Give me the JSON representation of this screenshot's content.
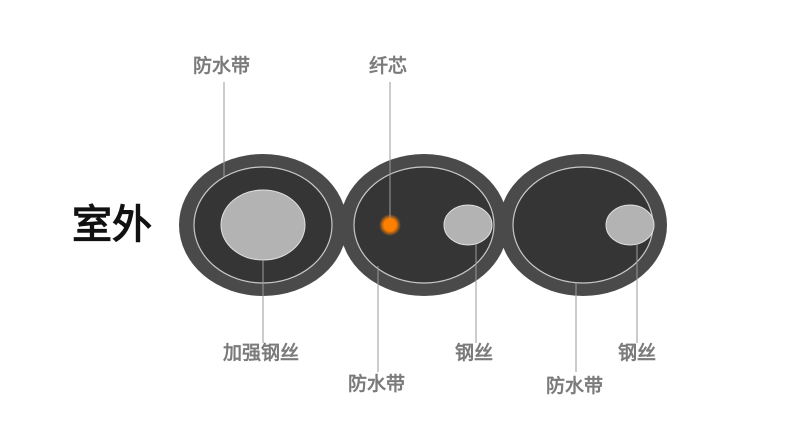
{
  "title": "室外",
  "labels": {
    "tape1": "防水带",
    "fiber": "纤芯",
    "strength_wire": "加强钢丝",
    "tape2": "防水带",
    "wire2": "钢丝",
    "tape3": "防水带",
    "wire3": "钢丝"
  },
  "colors": {
    "outer_sheath": "#4a4a4a",
    "inner_core": "#353535",
    "tape_ring": "#c8c8c8",
    "wire": "#b3b3b3",
    "fiber": "#ff7f00",
    "label": "#7b7b7b",
    "leader": "#9a9a9a",
    "title": "#111111"
  }
}
